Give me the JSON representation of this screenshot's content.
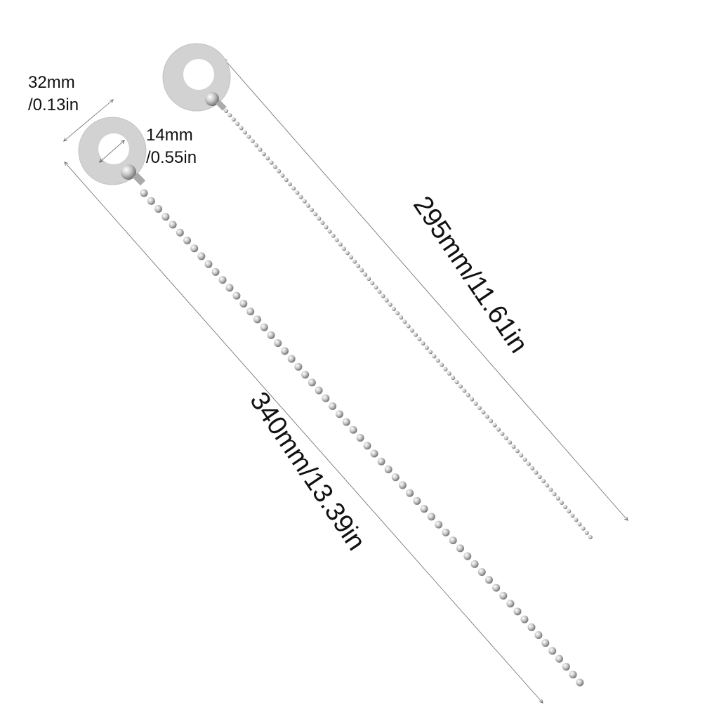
{
  "dimensions": {
    "outer_diameter": {
      "line1": "32mm",
      "line2": "/0.13in"
    },
    "inner_diameter": {
      "line1": "14mm",
      "line2": "/0.55in"
    },
    "short_chain_length": "295mm/11.61in",
    "long_chain_length": "340mm/13.39in"
  },
  "colors": {
    "washer": "#d4d4d4",
    "bead": "#b8b8b8",
    "line": "#555555"
  }
}
